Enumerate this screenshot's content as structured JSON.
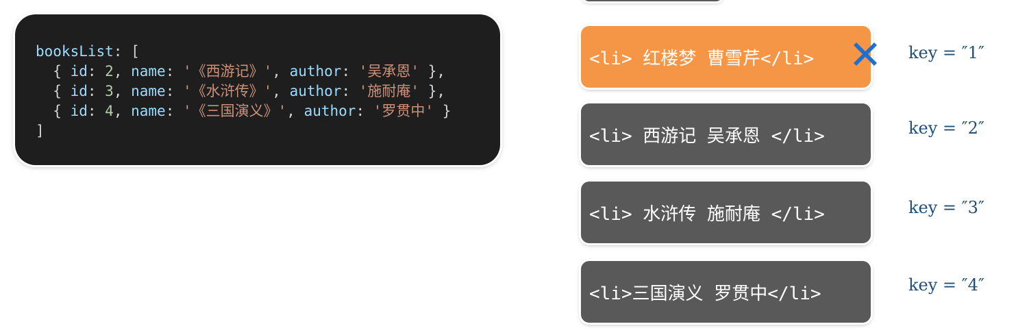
{
  "code": {
    "lines": [
      [
        {
          "t": "booksList",
          "c": "var"
        },
        {
          "t": ": [",
          "c": "pun"
        }
      ],
      [
        {
          "t": "  { ",
          "c": "pun"
        },
        {
          "t": "id",
          "c": "var"
        },
        {
          "t": ": ",
          "c": "pun"
        },
        {
          "t": "2",
          "c": "num"
        },
        {
          "t": ", ",
          "c": "pun"
        },
        {
          "t": "name",
          "c": "var"
        },
        {
          "t": ": ",
          "c": "pun"
        },
        {
          "t": "'《西游记》'",
          "c": "str"
        },
        {
          "t": ", ",
          "c": "pun"
        },
        {
          "t": "author",
          "c": "var"
        },
        {
          "t": ": ",
          "c": "pun"
        },
        {
          "t": "'吴承恩'",
          "c": "str"
        },
        {
          "t": " },",
          "c": "pun"
        }
      ],
      [
        {
          "t": "  { ",
          "c": "pun"
        },
        {
          "t": "id",
          "c": "var"
        },
        {
          "t": ": ",
          "c": "pun"
        },
        {
          "t": "3",
          "c": "num"
        },
        {
          "t": ", ",
          "c": "pun"
        },
        {
          "t": "name",
          "c": "var"
        },
        {
          "t": ": ",
          "c": "pun"
        },
        {
          "t": "'《水浒传》'",
          "c": "str"
        },
        {
          "t": ", ",
          "c": "pun"
        },
        {
          "t": "author",
          "c": "var"
        },
        {
          "t": ": ",
          "c": "pun"
        },
        {
          "t": "'施耐庵'",
          "c": "str"
        },
        {
          "t": " },",
          "c": "pun"
        }
      ],
      [
        {
          "t": "  { ",
          "c": "pun"
        },
        {
          "t": "id",
          "c": "var"
        },
        {
          "t": ": ",
          "c": "pun"
        },
        {
          "t": "4",
          "c": "num"
        },
        {
          "t": ", ",
          "c": "pun"
        },
        {
          "t": "name",
          "c": "var"
        },
        {
          "t": ": ",
          "c": "pun"
        },
        {
          "t": "'《三国演义》'",
          "c": "str"
        },
        {
          "t": ", ",
          "c": "pun"
        },
        {
          "t": "author",
          "c": "var"
        },
        {
          "t": ": ",
          "c": "pun"
        },
        {
          "t": "'罗贯中'",
          "c": "str"
        },
        {
          "t": " }",
          "c": "pun"
        }
      ],
      [
        {
          "t": "]",
          "c": "pun"
        }
      ]
    ]
  },
  "list_items": [
    {
      "text": "<li> 红楼梦 曹雪芹</li>",
      "key": "key = ″1″",
      "removed": true
    },
    {
      "text": "<li> 西游记 吴承恩 </li>",
      "key": "key = ″2″",
      "removed": false
    },
    {
      "text": "<li> 水浒传 施耐庵 </li>",
      "key": "key = ″3″",
      "removed": false
    },
    {
      "text": "<li>三国演义 罗贯中</li>",
      "key": "key = ″4″",
      "removed": false
    }
  ],
  "colors": {
    "removed_box": "#f59646",
    "kept_box": "#595959",
    "x_icon": "#1f6fd1",
    "key_text": "#1f4e79",
    "code_bg": "#1e1e1e"
  },
  "icons": {
    "removed_marker": "close-x-icon"
  }
}
